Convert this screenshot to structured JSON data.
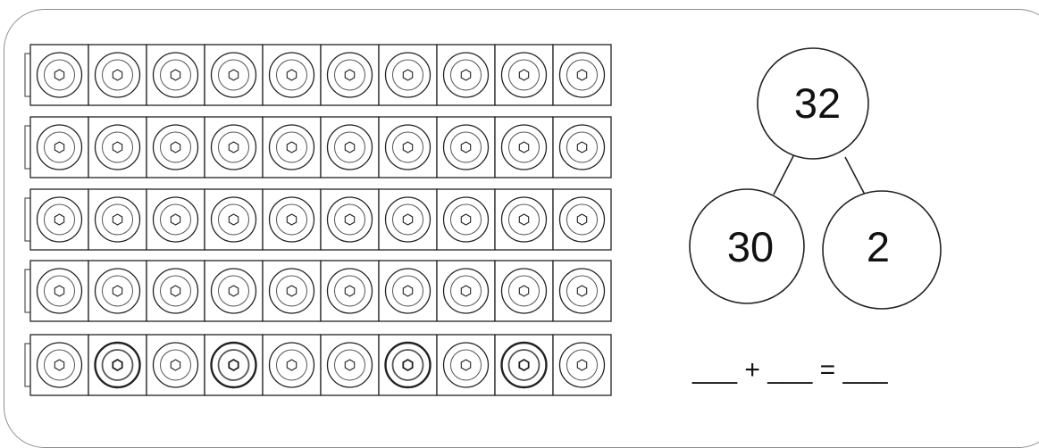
{
  "blocks": {
    "rows": 5,
    "cubes_per_row": 10,
    "total_cubes": 50,
    "emphasized_cubes_in_last_row": [
      1,
      3,
      6,
      8
    ]
  },
  "number_bond": {
    "whole": "32",
    "part_left": "30",
    "part_right": "2"
  },
  "equation": "___ + ___ = ___",
  "colors": {
    "stroke": "#222222",
    "faint_stroke": "#555555",
    "card_border": "#8e8e8e"
  }
}
